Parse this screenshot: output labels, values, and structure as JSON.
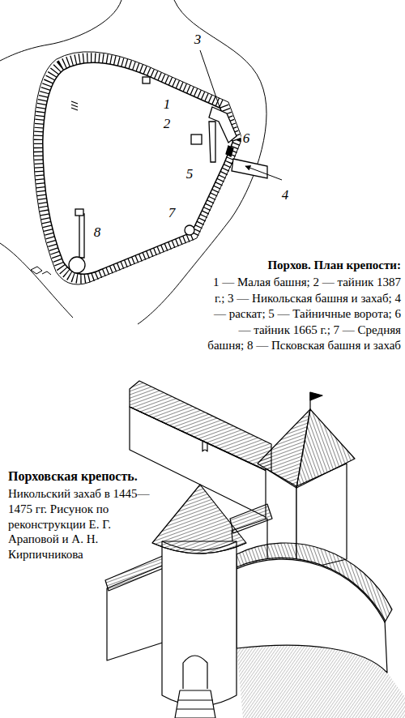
{
  "diagram": {
    "labels": [
      "3",
      "1",
      "2",
      "6",
      "4",
      "5",
      "7",
      "8",
      "Порхов. План крепости:",
      "1 — Малая башня; 2 — тайник 1387 г.; 3 — Никольская башня и захаб; 4 — раскат; 5 — Тайничные ворота; 6 — тайник 1665 г.; 7 — Средняя башня; 8 — Псковская башня и захаб",
      "Порховская крепость.",
      "Никольский захаб в 1445— 1475 гг. Рисунок по реконструкции Е. Г. Араповой и А. Н. Кирпичникова"
    ]
  }
}
